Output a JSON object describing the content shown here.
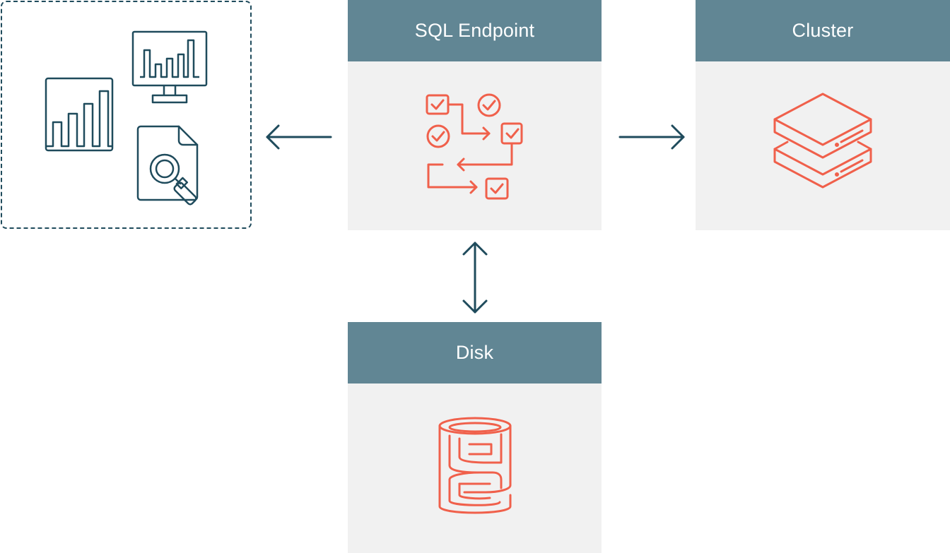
{
  "diagram": {
    "nodes": {
      "sql_endpoint": {
        "label": "SQL Endpoint",
        "icon": "workflow-checklist-icon"
      },
      "cluster": {
        "label": "Cluster",
        "icon": "server-stack-icon"
      },
      "disk": {
        "label": "Disk",
        "icon": "database-cache-icon"
      }
    },
    "clients": {
      "icons": [
        "bar-chart-report-icon",
        "dashboard-monitor-icon",
        "document-search-icon"
      ]
    },
    "edges": [
      {
        "from": "sql_endpoint",
        "to": "clients",
        "direction": "one-way"
      },
      {
        "from": "sql_endpoint",
        "to": "cluster",
        "direction": "one-way"
      },
      {
        "from": "sql_endpoint",
        "to": "disk",
        "direction": "two-way"
      }
    ],
    "colors": {
      "header": "#618694",
      "panel": "#f1f1f1",
      "accent": "#f0604b",
      "dark": "#1f4b5c"
    }
  }
}
